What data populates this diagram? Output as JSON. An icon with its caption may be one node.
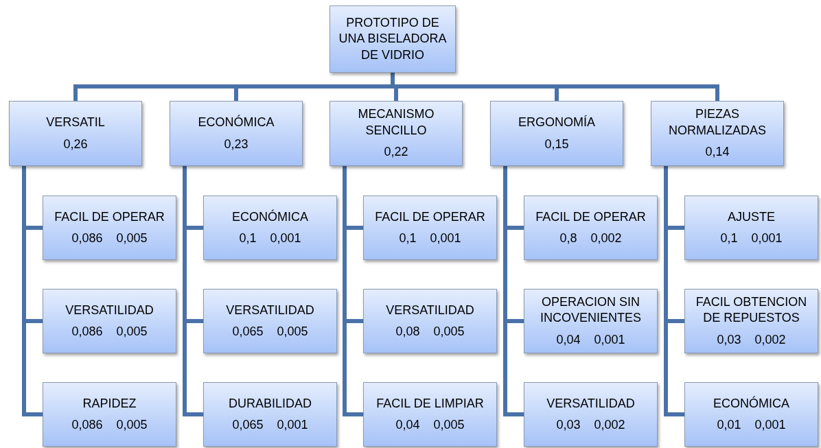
{
  "diagram": {
    "nodes": [
      {
        "text": [
          "PROTOTIPO DE UNA BISELADORA DE VIDRIO"
        ]
      },
      {
        "text": [
          "VERSATIL",
          "0,26"
        ]
      },
      {
        "text": [
          "ECONÓMICA",
          "0,23"
        ]
      },
      {
        "text": [
          "MECANISMO SENCILLO",
          "0,22"
        ]
      },
      {
        "text": [
          "ERGONOMÍA",
          "0,15"
        ]
      },
      {
        "text": [
          "PIEZAS NORMALIZADAS",
          "0,14"
        ]
      },
      {
        "text": [
          "FACIL DE OPERAR",
          "0,086",
          "0,005"
        ]
      },
      {
        "text": [
          "ECONÓMICA",
          "0,1",
          "0,001"
        ]
      },
      {
        "text": [
          "FACIL DE OPERAR",
          "0,1",
          "0,001"
        ]
      },
      {
        "text": [
          "FACIL DE OPERAR",
          "0,8",
          "0,002"
        ]
      },
      {
        "text": [
          "AJUSTE",
          "0,1",
          "0,001"
        ]
      },
      {
        "text": [
          "VERSATILIDAD",
          "0,086",
          "0,005"
        ]
      },
      {
        "text": [
          "VERSATILIDAD",
          "0,065",
          "0,005"
        ]
      },
      {
        "text": [
          "VERSATILIDAD",
          "0,08",
          "0,005"
        ]
      },
      {
        "text": [
          "OPERACION SIN INCOVENIENTES",
          "0,04",
          "0,001"
        ]
      },
      {
        "text": [
          "FACIL OBTENCION DE REPUESTOS",
          "0,03",
          "0,002"
        ]
      },
      {
        "text": [
          "RAPIDEZ",
          "0,086",
          "0,005"
        ]
      },
      {
        "text": [
          "DURABILIDAD",
          "0,065",
          "0,001"
        ]
      },
      {
        "text": [
          "FACIL DE LIMPIAR",
          "0,04",
          "0,005"
        ]
      },
      {
        "text": [
          "VERSATILIDAD",
          "0,03",
          "0,002"
        ]
      },
      {
        "text": [
          "ECONÓMICA",
          "0,01",
          "0,001"
        ]
      }
    ],
    "edges": [
      {
        "from": 0,
        "to": 1,
        "arrow": "none"
      },
      {
        "from": 0,
        "to": 2,
        "arrow": "none"
      },
      {
        "from": 0,
        "to": 3,
        "arrow": "none"
      },
      {
        "from": 0,
        "to": 4,
        "arrow": "none"
      },
      {
        "from": 0,
        "to": 5,
        "arrow": "none"
      },
      {
        "from": 1,
        "to": 6,
        "arrow": "none"
      },
      {
        "from": 1,
        "to": 11,
        "arrow": "none"
      },
      {
        "from": 1,
        "to": 16,
        "arrow": "none"
      },
      {
        "from": 2,
        "to": 7,
        "arrow": "none"
      },
      {
        "from": 2,
        "to": 12,
        "arrow": "none"
      },
      {
        "from": 2,
        "to": 17,
        "arrow": "none"
      },
      {
        "from": 3,
        "to": 8,
        "arrow": "none"
      },
      {
        "from": 3,
        "to": 13,
        "arrow": "none"
      },
      {
        "from": 3,
        "to": 18,
        "arrow": "none"
      },
      {
        "from": 4,
        "to": 9,
        "arrow": "none"
      },
      {
        "from": 4,
        "to": 14,
        "arrow": "none"
      },
      {
        "from": 4,
        "to": 19,
        "arrow": "none"
      },
      {
        "from": 5,
        "to": 10,
        "arrow": "none"
      },
      {
        "from": 5,
        "to": 15,
        "arrow": "none"
      },
      {
        "from": 5,
        "to": 20,
        "arrow": "none"
      }
    ]
  }
}
